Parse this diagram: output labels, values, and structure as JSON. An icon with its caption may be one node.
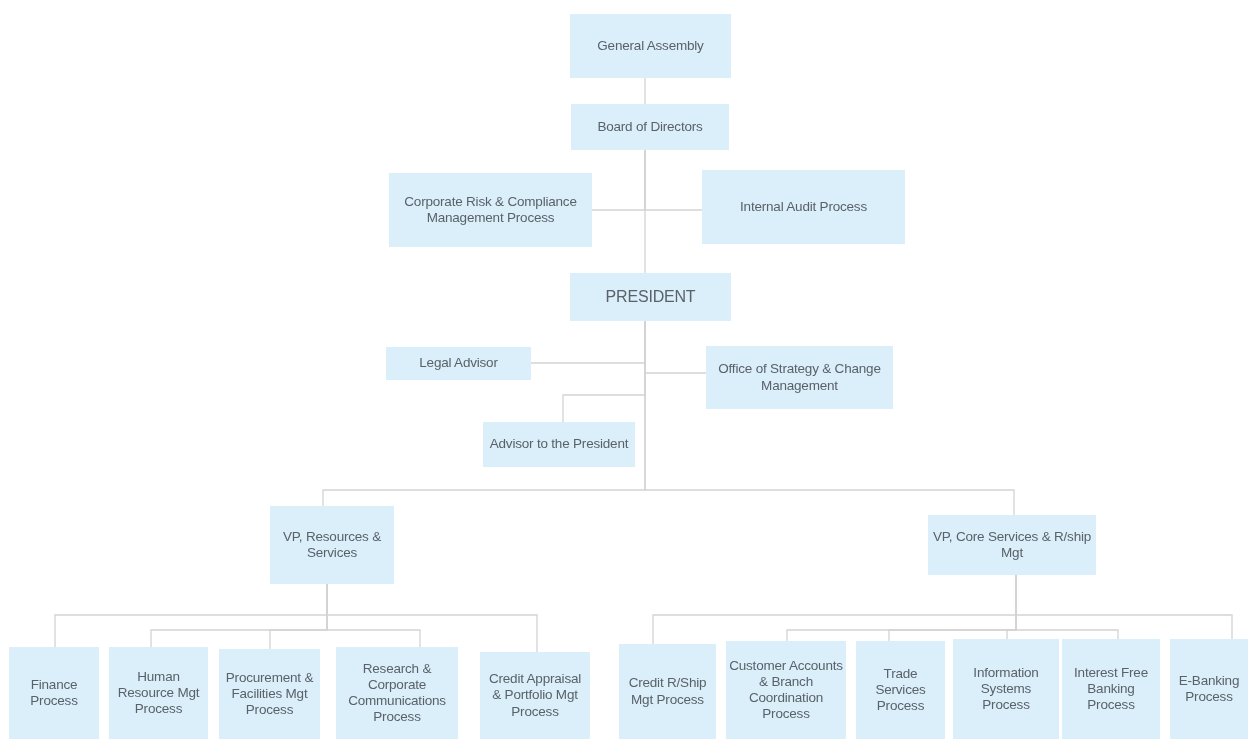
{
  "diagram": {
    "nodes": [
      {
        "text": [
          "General Assembly"
        ]
      },
      {
        "text": [
          "Board of Directors"
        ]
      },
      {
        "text": [
          "Corporate Risk & Compliance Management Process"
        ]
      },
      {
        "text": [
          "Internal Audit Process"
        ]
      },
      {
        "text": [
          "PRESIDENT"
        ]
      },
      {
        "text": [
          "Legal Advisor"
        ]
      },
      {
        "text": [
          "Office of Strategy & Change Management"
        ]
      },
      {
        "text": [
          "Advisor to the President"
        ]
      },
      {
        "text": [
          "VP, Resources & Services"
        ]
      },
      {
        "text": [
          "VP, Core Services & R/ship Mgt"
        ]
      },
      {
        "text": [
          "Finance Process"
        ]
      },
      {
        "text": [
          "Human Resource Mgt Process"
        ]
      },
      {
        "text": [
          "Procurement & Facilities Mgt Process"
        ]
      },
      {
        "text": [
          "Research & Corporate Communications Process"
        ]
      },
      {
        "text": [
          "Credit Appraisal & Portfolio Mgt Process"
        ]
      },
      {
        "text": [
          "Credit R/Ship Mgt Process"
        ]
      },
      {
        "text": [
          "Customer Accounts & Branch Coordination Process"
        ]
      },
      {
        "text": [
          "Trade Services Process"
        ]
      },
      {
        "text": [
          "Information Systems Process"
        ]
      },
      {
        "text": [
          "Interest Free Banking Process"
        ]
      },
      {
        "text": [
          "E-Banking Process"
        ]
      }
    ],
    "edges": [
      {
        "from": 0,
        "to": 1,
        "arrow": "none"
      },
      {
        "from": 1,
        "to": 2,
        "arrow": "none"
      },
      {
        "from": 1,
        "to": 3,
        "arrow": "none"
      },
      {
        "from": 1,
        "to": 4,
        "arrow": "none"
      },
      {
        "from": 4,
        "to": 5,
        "arrow": "none"
      },
      {
        "from": 4,
        "to": 6,
        "arrow": "none"
      },
      {
        "from": 4,
        "to": 7,
        "arrow": "none"
      },
      {
        "from": 4,
        "to": 8,
        "arrow": "none"
      },
      {
        "from": 4,
        "to": 9,
        "arrow": "none"
      },
      {
        "from": 8,
        "to": 10,
        "arrow": "none"
      },
      {
        "from": 8,
        "to": 11,
        "arrow": "none"
      },
      {
        "from": 8,
        "to": 12,
        "arrow": "none"
      },
      {
        "from": 8,
        "to": 13,
        "arrow": "none"
      },
      {
        "from": 8,
        "to": 14,
        "arrow": "none"
      },
      {
        "from": 9,
        "to": 15,
        "arrow": "none"
      },
      {
        "from": 9,
        "to": 16,
        "arrow": "none"
      },
      {
        "from": 9,
        "to": 17,
        "arrow": "none"
      },
      {
        "from": 9,
        "to": 18,
        "arrow": "none"
      },
      {
        "from": 9,
        "to": 19,
        "arrow": "none"
      },
      {
        "from": 9,
        "to": 20,
        "arrow": "none"
      }
    ]
  }
}
